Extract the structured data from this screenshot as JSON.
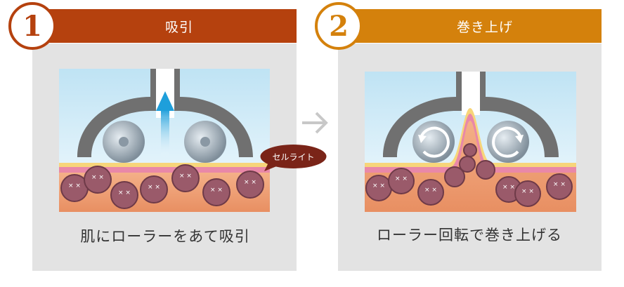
{
  "steps": [
    {
      "number": "1",
      "title": "吸引",
      "caption": "肌にローラーをあて吸引",
      "color": "#b5410e"
    },
    {
      "number": "2",
      "title": "巻き上げ",
      "caption": "ローラー回転で巻き上げる",
      "color": "#d4810c"
    }
  ],
  "label": {
    "text": "セルライト",
    "color": "#7a2418"
  },
  "icons": {
    "transition_arrow": "chevron-right-icon",
    "suction_arrow": "arrow-up-icon",
    "rotation": "rotate-arrows-icon"
  },
  "colors": {
    "panel_bg": "#e3e3e3",
    "skin": "#f0a075",
    "fat_layer": "#f7d57a",
    "skin_surface": "#e988a8",
    "cellulite": "#9a5a6a",
    "roller": "#9aa8b4",
    "housing": "#6b6b6b",
    "sky": "#bfe3f4"
  }
}
